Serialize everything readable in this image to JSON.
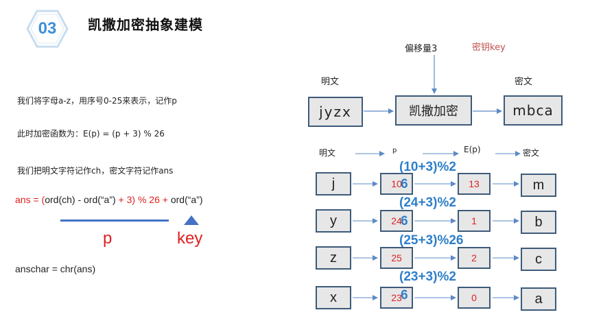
{
  "header": {
    "badge": "03",
    "title": "凯撒加密抽象建模"
  },
  "left": {
    "line1": "我们将字母a-z，用序号0-25来表示，记作p",
    "line2": "此时加密函数为：E(p) = (p + 3) % 26",
    "line3": "我们把明文字符记作ch，密文字符记作ans",
    "formula": {
      "p1": "ans = (",
      "p2": "ord(ch) - ord(“a”)",
      "p3": " + 3) % 26 + ",
      "p4": "ord(“a”)"
    },
    "label_p": "p",
    "label_key": "key",
    "anschar": "anschar = chr(ans)"
  },
  "diagram": {
    "offset_label": "偏移量3",
    "key_label": "密钥key",
    "plain_label": "明文",
    "cipher_label": "密文",
    "plain_text": "jyzx",
    "process": "凯撒加密",
    "cipher_text": "mbca"
  },
  "table": {
    "headers": {
      "plain": "明文",
      "p": "p",
      "e": "E(p)",
      "cipher": "密文"
    },
    "rows": [
      {
        "plain": "j",
        "p": "10",
        "e": "13",
        "cipher": "m",
        "calc_a": "(10+3)%2",
        "calc_b": "6"
      },
      {
        "plain": "y",
        "p": "24",
        "e": "1",
        "cipher": "b",
        "calc_a": "(24+3)%2",
        "calc_b": "6"
      },
      {
        "plain": "z",
        "p": "25",
        "e": "2",
        "cipher": "c",
        "calc_a": "(25+3)%26",
        "calc_b": ""
      },
      {
        "plain": "x",
        "p": "23",
        "e": "0",
        "cipher": "a",
        "calc_a": "(23+3)%2",
        "calc_b": "6"
      }
    ]
  },
  "colors": {
    "accent_blue": "#3f8fd6",
    "box_border": "#3c5a78",
    "red": "#e02020",
    "calc_blue": "#2e7fc9"
  }
}
